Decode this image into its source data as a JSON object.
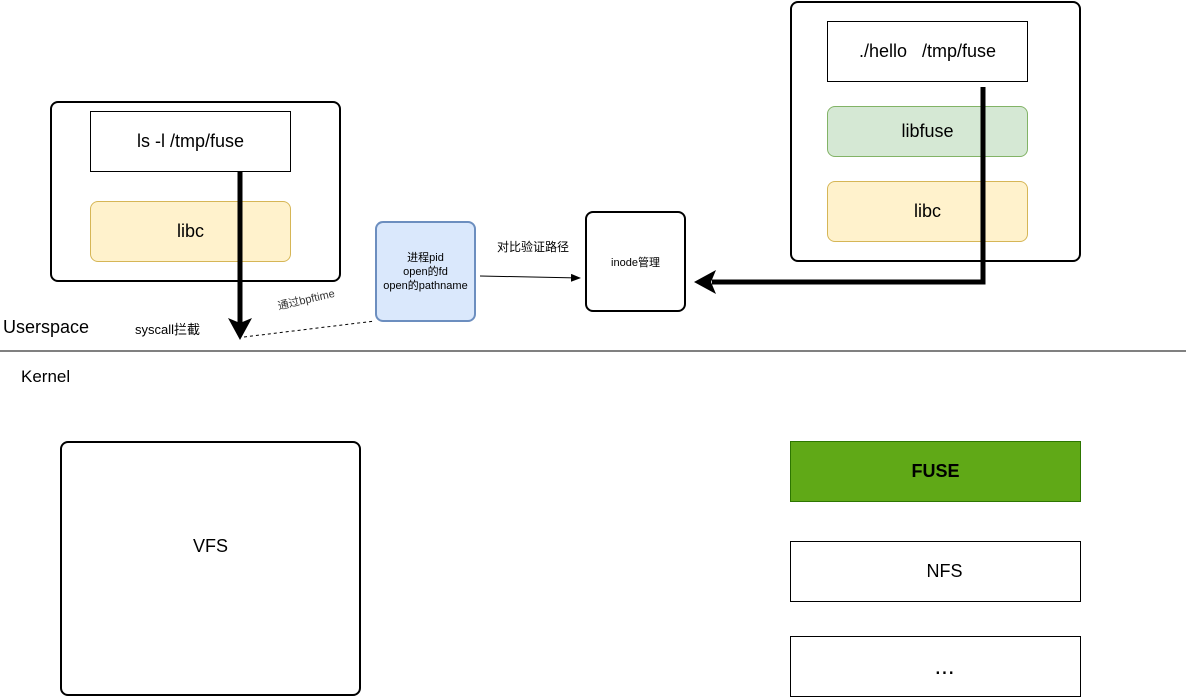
{
  "regions": {
    "userspace": "Userspace",
    "kernel": "Kernel"
  },
  "left_process": {
    "command": "ls -l /tmp/fuse",
    "lib": "libc"
  },
  "right_process": {
    "command": "./hello   /tmp/fuse",
    "libfuse": "libfuse",
    "libc": "libc"
  },
  "syscall_label": "syscall拦截",
  "bpf_label": "通过bpftime",
  "context_box": {
    "line1": "进程pid",
    "line2": "open的fd",
    "line3": "open的pathname"
  },
  "compare_label": "对比验证路径",
  "inode_box": "inode管理",
  "kernel_boxes": {
    "vfs": "VFS",
    "fuse": "FUSE",
    "nfs": "NFS",
    "more": "..."
  },
  "colors": {
    "libc_fill": "#fff2cc",
    "libfuse_fill": "#d5e8d4",
    "context_fill": "#dae8fc",
    "fuse_fill": "#60a917"
  }
}
